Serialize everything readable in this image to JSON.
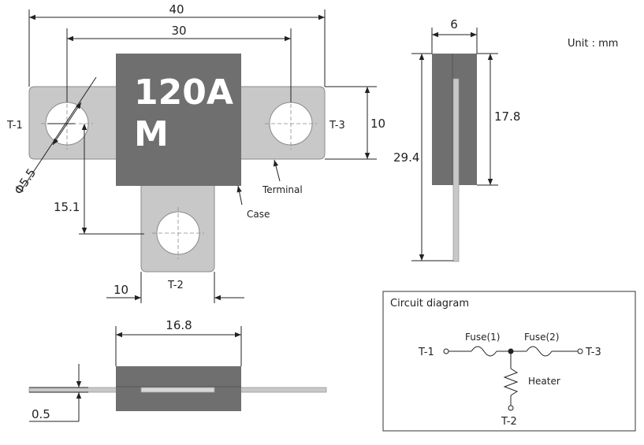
{
  "unit_label": "Unit : mm",
  "marking": {
    "line1": "120A",
    "line2": "M"
  },
  "dimensions": {
    "overall_width": "40",
    "hole_spacing": "30",
    "tab_height": "10",
    "hole_diameter": "Φ5.5",
    "bottom_offset": "15.1",
    "bottom_tab_width": "10",
    "side_width": "6",
    "side_body_height": "17.8",
    "side_total_height": "29.4",
    "bottom_view_width": "16.8",
    "thickness": "0.5"
  },
  "terminal_labels": {
    "t1": "T-1",
    "t2": "T-2",
    "t3": "T-3"
  },
  "callouts": {
    "terminal": "Terminal",
    "case": "Case"
  },
  "circuit": {
    "title": "Circuit diagram",
    "t1": "T-1",
    "t2": "T-2",
    "t3": "T-3",
    "fuse1": "Fuse(1)",
    "fuse2": "Fuse(2)",
    "heater": "Heater"
  },
  "colors": {
    "case": "#6f6f6f",
    "terminal": "#c8c8c8",
    "outline": "#8a8a8a"
  }
}
